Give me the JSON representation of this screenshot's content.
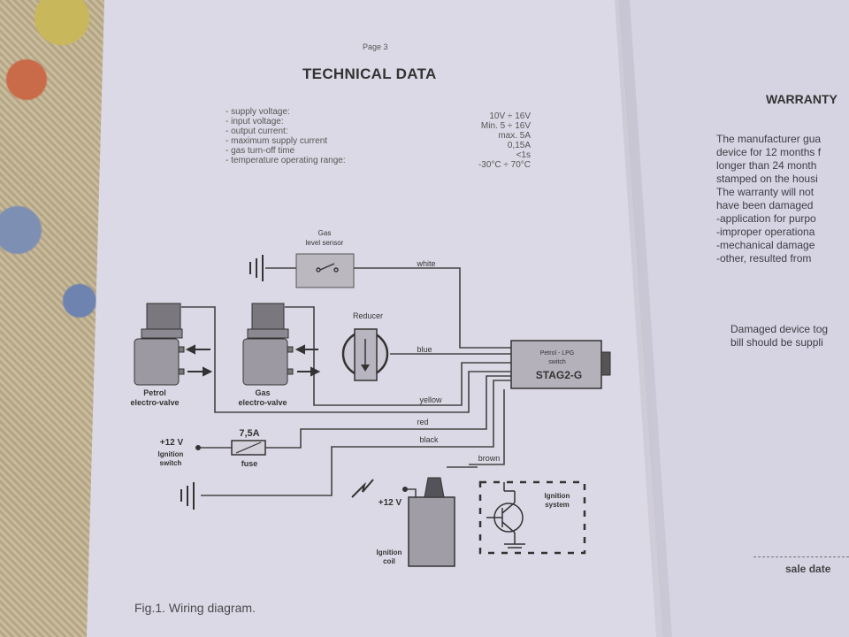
{
  "document": {
    "page_label": "Page 3",
    "title": "TECHNICAL DATA",
    "specs": [
      {
        "label": "- supply voltage:",
        "value": "10V ÷ 16V"
      },
      {
        "label": "- input voltage:",
        "value": "Min. 5 ÷ 16V"
      },
      {
        "label": "- output current:",
        "value": "max. 5A"
      },
      {
        "label": "- maximum supply current",
        "value": "0,15A"
      },
      {
        "label": "- gas turn-off time",
        "value": "<1s"
      },
      {
        "label": "- temperature operating range:",
        "value": "-30°C ÷ 70°C"
      }
    ],
    "figure_caption": "Fig.1. Wiring diagram."
  },
  "diagram": {
    "gas_sensor_label_1": "Gas",
    "gas_sensor_label_2": "level sensor",
    "reducer_label": "Reducer",
    "switch_label_1": "Petrol - LPG",
    "switch_label_2": "switch",
    "switch_model": "STAG2-G",
    "petrol_valve_1": "Petrol",
    "petrol_valve_2": "electro-valve",
    "gas_valve_1": "Gas",
    "gas_valve_2": "electro-valve",
    "wire_white": "white",
    "wire_blue": "blue",
    "wire_yellow": "yellow",
    "wire_red": "red",
    "wire_black": "black",
    "wire_brown": "brown",
    "supply_label": "+12 V",
    "ignition_switch_1": "Ignition",
    "ignition_switch_2": "switch",
    "fuse_rating": "7,5A",
    "fuse_label": "fuse",
    "coil_supply": "+12 V",
    "ignition_coil_1": "Ignition",
    "ignition_coil_2": "coil",
    "ignition_system_1": "Ignition",
    "ignition_system_2": "system"
  },
  "warranty": {
    "title": "WARRANTY",
    "lines": [
      "The manufacturer gua",
      "device for 12 months f",
      "longer than 24 month",
      "stamped on the housi",
      "The warranty will not",
      "have been damaged",
      "-application for purpo",
      "-improper operationa",
      "-mechanical damage",
      "-other, resulted from"
    ],
    "damaged_lines": [
      "Damaged device tog",
      "bill should be suppli"
    ],
    "sale_date": "sale date"
  }
}
